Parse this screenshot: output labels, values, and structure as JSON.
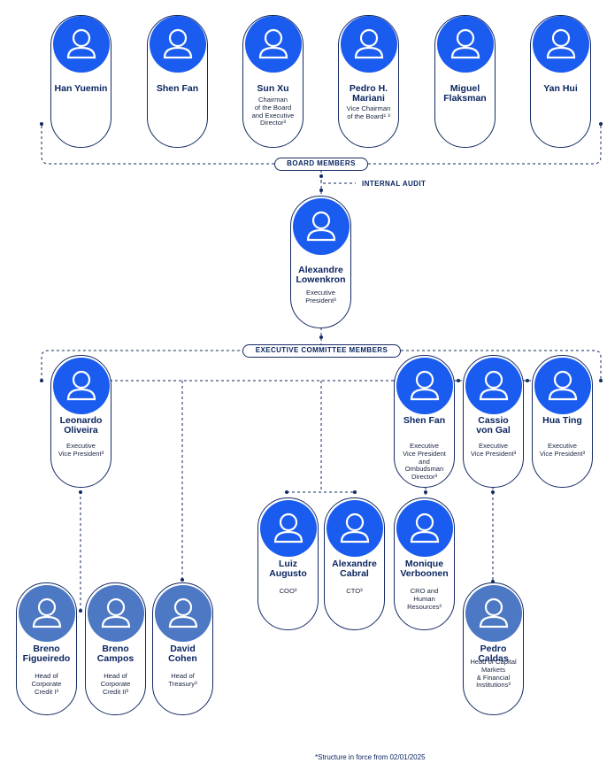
{
  "board": [
    {
      "name": "Han Yuemin",
      "role": ""
    },
    {
      "name": "Shen Fan",
      "role": ""
    },
    {
      "name": "Sun Xu",
      "role": "Chairman\nof the Board\nand Executive\nDirector³"
    },
    {
      "name": "Pedro H.\nMariani",
      "role": "Vice Chairman\nof the Board¹ ³"
    },
    {
      "name": "Miguel\nFlaksman",
      "role": ""
    },
    {
      "name": "Yan Hui",
      "role": ""
    }
  ],
  "board_label": "BOARD MEMBERS",
  "internal_audit_label": "INTERNAL AUDIT",
  "ceo": {
    "name": "Alexandre\nLowenkron",
    "role": "Executive\nPresident³"
  },
  "exec_label": "EXECUTIVE COMMITTEE MEMBERS",
  "exec": [
    {
      "name": "Leonardo\nOliveira",
      "role": "Executive\nVice President³"
    },
    {
      "name": "Shen Fan",
      "role": "Executive\nVice President\nand\nOmbudsman\nDirector³"
    },
    {
      "name": "Cassio\nvon Gal",
      "role": "Executive\nVice President³"
    },
    {
      "name": "Hua Ting",
      "role": "Executive\nVice President³"
    }
  ],
  "ops": [
    {
      "name": "Luiz\nAugusto",
      "role": "COO³"
    },
    {
      "name": "Alexandre\nCabral",
      "role": "CTO³"
    },
    {
      "name": "Monique\nVerboonen",
      "role": "CRO and\nHuman\nResources³"
    }
  ],
  "heads": [
    {
      "name": "Breno\nFigueiredo",
      "role": "Head of\nCorporate\nCredit I³"
    },
    {
      "name": "Breno\nCampos",
      "role": "Head of\nCorporate\nCredit II³"
    },
    {
      "name": "David\nCohen",
      "role": "Head of\nTreasury³"
    },
    {
      "name": "Pedro Caldas",
      "role": "Head of Capital\nMarkets\n& Financial\nInstitutions³"
    }
  ],
  "footnote": "*Structure in force from 02/01/2025",
  "colors": {
    "avatar_primary": "#1a5cf0",
    "avatar_secondary": "#4c78c4",
    "line": "#142a63"
  }
}
